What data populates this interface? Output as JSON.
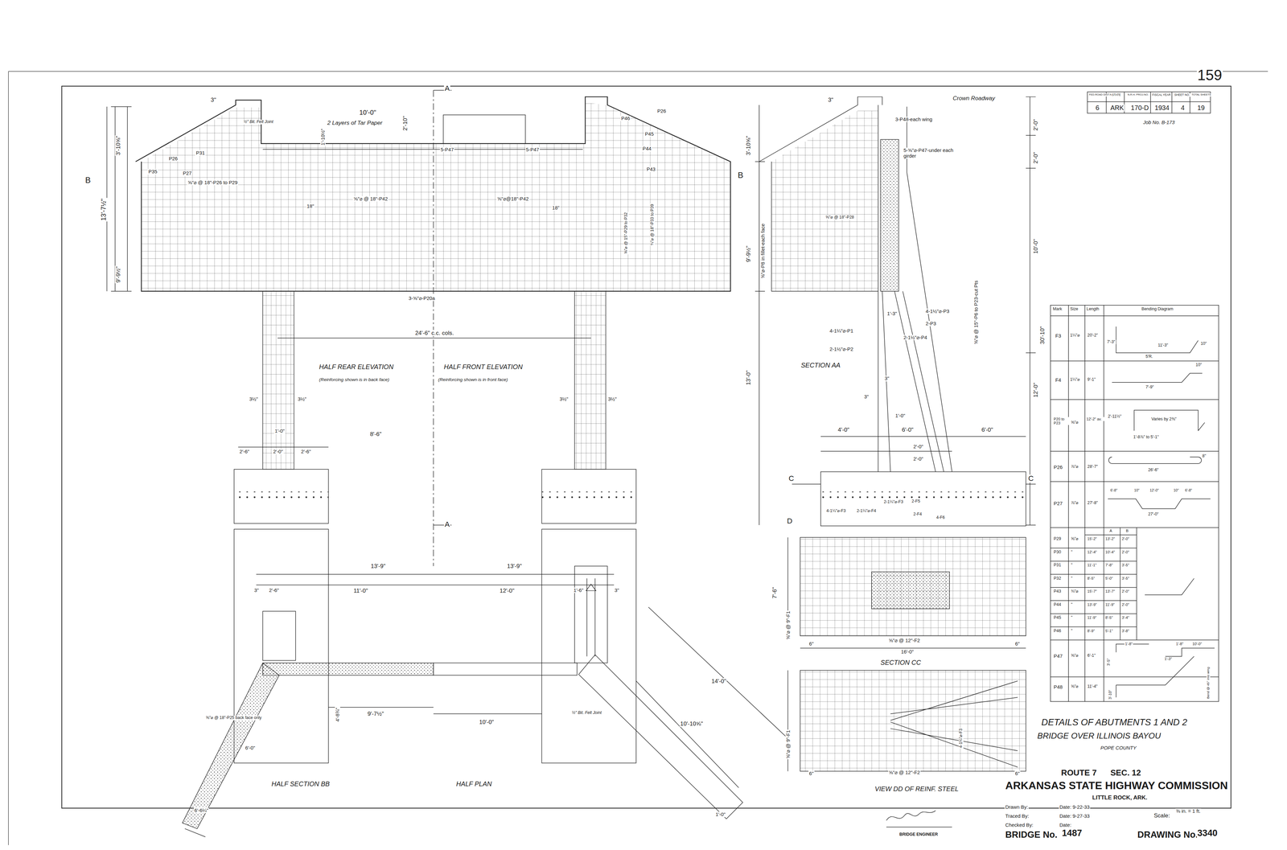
{
  "diagram": {
    "title": "DETAILS OF ABUTMENTS 1 AND 2",
    "labels": [
      "159",
      "FED.ROAD DIST.NO.",
      "STATE",
      "N.R.H. PROJ.NO.",
      "FISCAL YEAR",
      "SHEET NO.",
      "TOTAL SHEETS",
      "6",
      "ARK",
      "170-D",
      "1934",
      "4",
      "19",
      "Job No. B-173",
      "10'-0\"",
      "A",
      "2 Layers of Tar Paper",
      "3\"",
      "B",
      "B",
      "13'-7½\"",
      "3'-10⅝\"",
      "9'-9½\"",
      "2'-10\"",
      "1'-10½\"",
      "½\" Bit. Felt Joint",
      "5-P47",
      "5-P47",
      "P26",
      "P27",
      "P31",
      "⅝\"⌀ @ 18\"-P26 to P29",
      "P35",
      "⅝\"⌀ @ 18\"-P42",
      "⅝\"⌀@18\"-P42",
      "18\"",
      "18\"",
      "P26",
      "P46",
      "P45",
      "P44",
      "P43",
      "¾\"⌀ @ 18\"-P33 to P39",
      "⅝\"⌀ @ 15\"-P29 to P32",
      "3-⅝\"⌀-P20a",
      "24'-6\" c.c. cols.",
      "HALF REAR ELEVATION",
      "(Reinforcing shown is in back face)",
      "HALF FRONT ELEVATION",
      "(Reinforcing shown is in front face)",
      "3½\"",
      "3½\"",
      "3½\"",
      "3½\"",
      "1'-0\"",
      "8'-6\"",
      "2'-6\"",
      "2'-0\"",
      "2'-6\"",
      "A",
      "13'-9\"",
      "13'-9\"",
      "3\"",
      "2'-6\"",
      "11'-0\"",
      "12'-0\"",
      "1'-6\"",
      "3\"",
      "9'-7½\"",
      "10'-0\"",
      "4'-8¾\"",
      "6'-0\"",
      "6'-6¼\"",
      "14'-0\"",
      "10'-10⅝\"",
      "1'-0\"",
      "½\" Bit. Felt Joint",
      "⅝\"⌀ @ 18\"-P25 back face only",
      "HALF SECTION BB",
      "HALF PLAN",
      "3\"",
      "Crown Roadway",
      "3-P48-each wing",
      "5-⅝\"⌀-P47-under each girder",
      "3'-10⅝\"",
      "9'-9½\"",
      "2'-0\"",
      "2'-0\"",
      "10'-0\"",
      "12'-0\"",
      "30'-10\"",
      "13'-0\"",
      "⅝\"⌀ @ 15\"-P6 to P23-cut Pts",
      "⅝\"⌀-P8 in fillet-each face",
      "⅝\"⌀ @ 18\"-P28",
      "SECTION AA",
      "4-1¼\"⌀-P1",
      "2-1½\"⌀-P2",
      "4-1½\"⌀-P3",
      "2-P3",
      "2-1½\"⌀-P4",
      "1'-3\"",
      "3\"",
      "3\"",
      "1'-0\"",
      "4'-0\"",
      "6'-0\"",
      "6'-0\"",
      "2'-0\"",
      "2'-0\"",
      "C",
      "C",
      "4-1¼\"⌀-F3",
      "2-1¼\"⌀-F4",
      "2-1¼\"⌀-F3",
      "2-F5",
      "2-F4",
      "4-F6",
      "D",
      "7'-6\"",
      "⅝\"⌀ @ 9\"-F1",
      "⅝\"⌀ @ 12\"-F2",
      "16'-0\"",
      "SECTION CC",
      "6\"",
      "6\"",
      "⅝\"⌀ @ 9\"-F1",
      "⅝\"⌀ @ 12\"-F2",
      "VIEW DD OF REINF. STEEL",
      "6\"",
      "6\"",
      "4-1¼\"⌀-F3",
      "Mark",
      "Size",
      "Length",
      "Bending Diagram",
      "F3",
      "1¼\"⌀",
      "20'-2\"",
      "11'-3\"",
      "7'-3\"",
      "5'R.",
      "10\"",
      "F4",
      "1¼\"⌀",
      "9'-1\"",
      "7'-9\"",
      "10\"",
      "P20 to P23",
      "⅝\"⌀",
      "12'-2\" av.",
      "2'-11½\"",
      "Varies by 2⅜\"",
      "1'-8⅞\" to 5'-1\"",
      "P26",
      "⅞\"⌀",
      "28'-7\"",
      "26'-6\"",
      "8\"",
      "P27",
      "⅞\"⌀",
      "27'-8\"",
      "6'-8\"",
      "10\"",
      "12'-0\"",
      "10\"",
      "6'-8\"",
      "27'-0\"",
      "A",
      "B",
      "P29",
      "⅝\"⌀",
      "15'-2\"",
      "13'-2\"",
      "2'-0\"",
      "P30",
      "\"",
      "12'-4\"",
      "10'-4\"",
      "2'-0\"",
      "P31",
      "\"",
      "11'-1\"",
      "7'-8\"",
      "3'-5\"",
      "P32",
      "\"",
      "8'-5\"",
      "5'-0\"",
      "3'-5\"",
      "P43",
      "¾\"⌀",
      "15'-7\"",
      "13'-7\"",
      "2'-0\"",
      "P44",
      "\"",
      "13'-9\"",
      "11'-9\"",
      "2'-0\"",
      "P45",
      "\"",
      "11'-9\"",
      "8'-5\"",
      "3'-4\"",
      "P46",
      "\"",
      "8'-9\"",
      "5'-1\"",
      "3'-8\"",
      "P47",
      "⅝\"⌀",
      "6'-1\"",
      "1'-8\"",
      "3'-5\"",
      "1'-8\"",
      "10'-0\"",
      "1'-3\"",
      "P48",
      "⅝\"⌀",
      "11'-4\"",
      "3'-10\"",
      "Bend @ 45° into wing",
      "BRIDGE OVER ILLINOIS BAYOU",
      "POPE COUNTY",
      "ROUTE 7",
      "SEC. 12",
      "ARKANSAS STATE HIGHWAY COMMISSION",
      "LITTLE ROCK, ARK.",
      "Drawn By:",
      "Date: 9-22-33",
      "Traced By:",
      "Date: 9-27-33",
      "Checked By:",
      "Date:",
      "Scale:",
      "⅜ in. = 1 ft.",
      "BRIDGE No.",
      "1487",
      "DRAWING No.",
      "3340",
      "BRIDGE ENGINEER"
    ]
  }
}
